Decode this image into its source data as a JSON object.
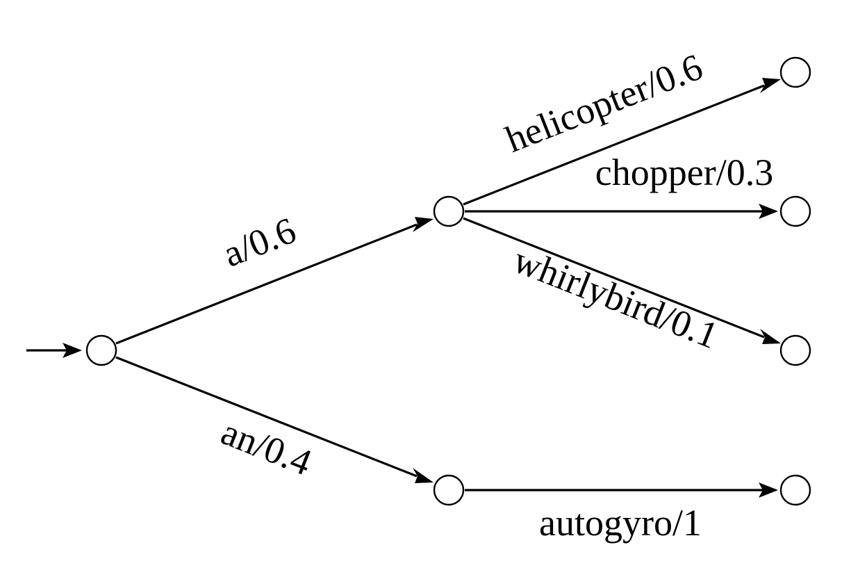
{
  "nodes": [
    {
      "id": "s0"
    },
    {
      "id": "s1"
    },
    {
      "id": "s2"
    },
    {
      "id": "s3"
    },
    {
      "id": "s4"
    },
    {
      "id": "s5"
    },
    {
      "id": "s6"
    }
  ],
  "start_state": "s0",
  "edges": [
    {
      "from": "s0",
      "to": "s1",
      "label": "a/0.6"
    },
    {
      "from": "s0",
      "to": "s2",
      "label": "an/0.4"
    },
    {
      "from": "s1",
      "to": "s3",
      "label": "helicopter/0.6"
    },
    {
      "from": "s1",
      "to": "s4",
      "label": "chopper/0.3"
    },
    {
      "from": "s1",
      "to": "s5",
      "label": "whirlybird/0.1"
    },
    {
      "from": "s2",
      "to": "s6",
      "label": "autogyro/1"
    }
  ],
  "colors": {
    "stroke": "#000000",
    "node_fill": "#ffffff",
    "background": "#ffffff"
  }
}
